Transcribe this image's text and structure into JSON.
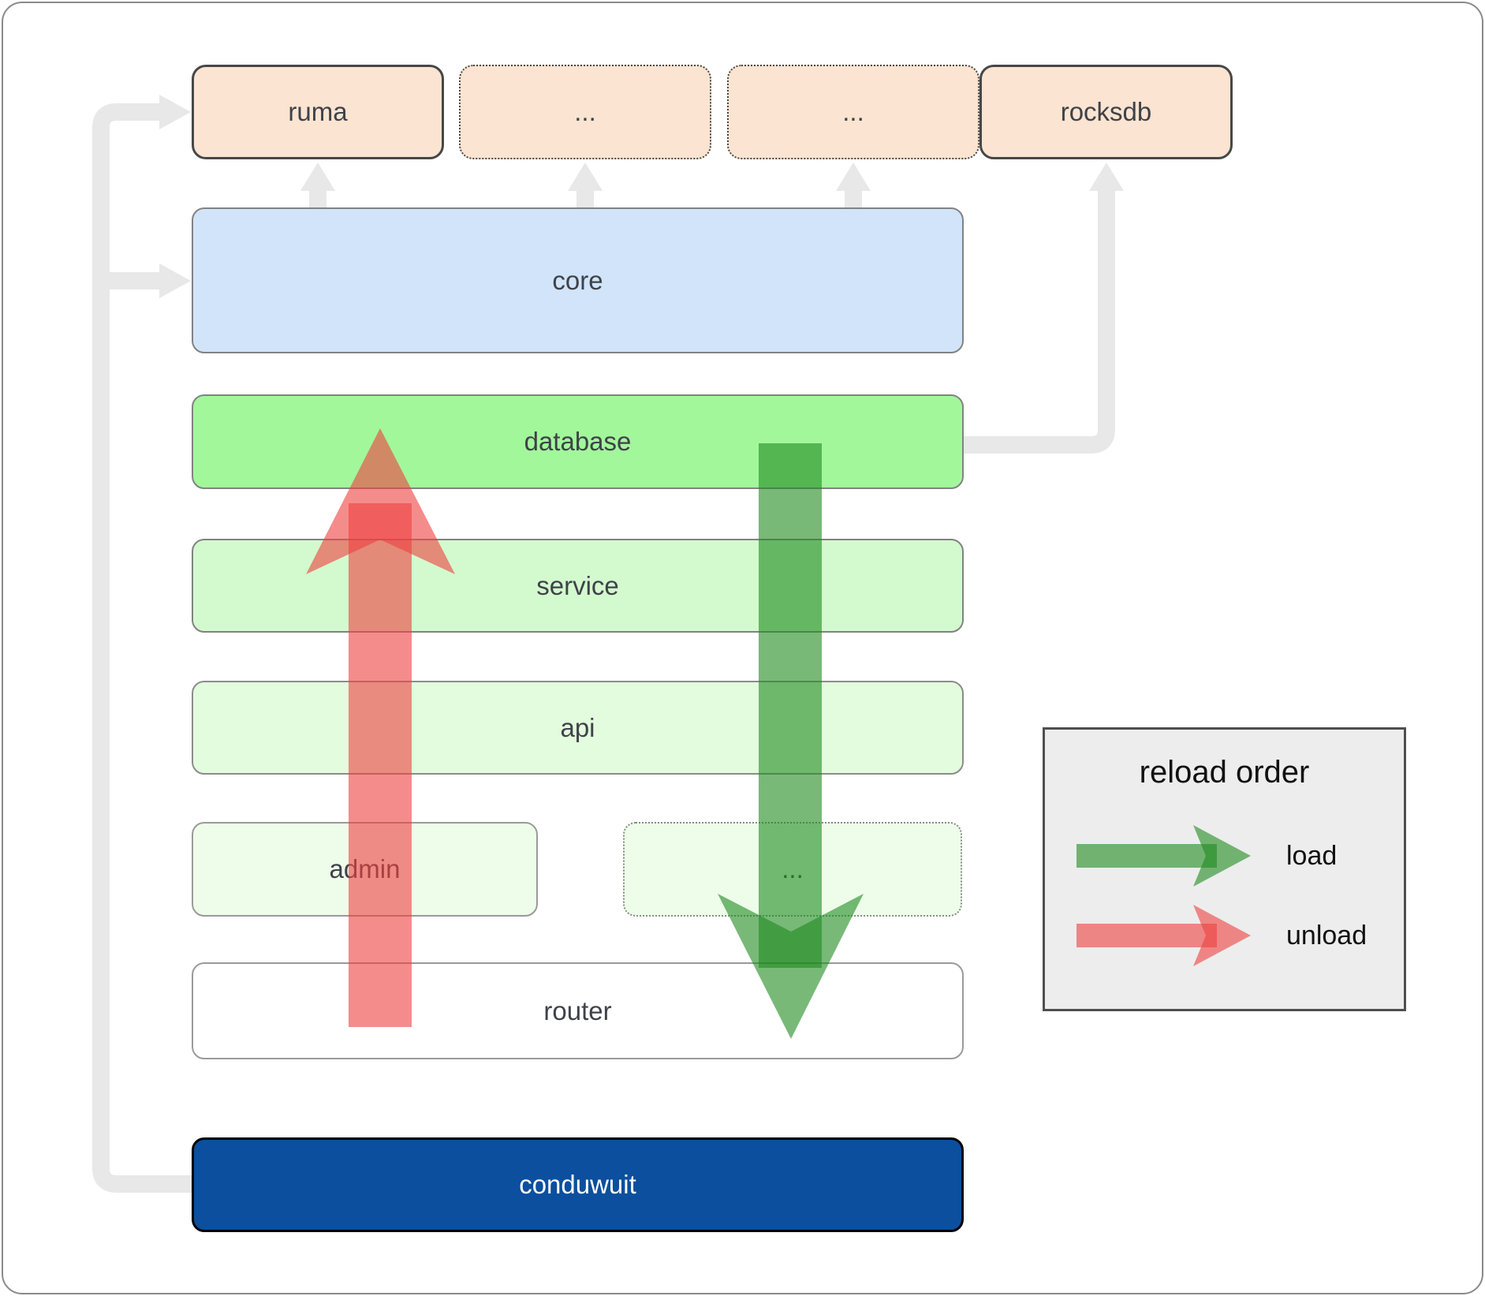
{
  "nodes": {
    "ruma": "ruma",
    "ellipsis_top_1": "...",
    "ellipsis_top_2": "...",
    "rocksdb": "rocksdb",
    "core": "core",
    "database": "database",
    "service": "service",
    "api": "api",
    "admin": "admin",
    "ellipsis_admin": "...",
    "router": "router",
    "conduwuit": "conduwuit"
  },
  "legend": {
    "title": "reload order",
    "load_label": "load",
    "unload_label": "unload"
  },
  "arrows": {
    "load_color": "#1e8b1e",
    "unload_color": "#ee4040",
    "connector_color": "#e8e8e8"
  },
  "edges": [
    {
      "from": "conduwuit",
      "to": "ruma",
      "kind": "dependency"
    },
    {
      "from": "conduwuit",
      "to": "core",
      "kind": "dependency"
    },
    {
      "from": "core",
      "to": "ruma",
      "kind": "dependency"
    },
    {
      "from": "core",
      "to": "ellipsis_top_1",
      "kind": "dependency"
    },
    {
      "from": "core",
      "to": "ellipsis_top_2",
      "kind": "dependency"
    },
    {
      "from": "database",
      "to": "rocksdb",
      "kind": "dependency"
    },
    {
      "from": "database",
      "to": "router",
      "kind": "load"
    },
    {
      "from": "router",
      "to": "database",
      "kind": "unload"
    }
  ],
  "colors": {
    "peach_fill": "#fbe4d1",
    "core_fill": "#d1e4f9",
    "database_fill": "#a2f79b",
    "service_fill": "#d3face",
    "api_fill": "#e3fcde",
    "admin_fill": "#eefdea",
    "router_fill": "#ffffff",
    "conduwuit_fill": "#0b4f9e",
    "legend_bg": "#ededed",
    "label_color": "#3f4249"
  }
}
